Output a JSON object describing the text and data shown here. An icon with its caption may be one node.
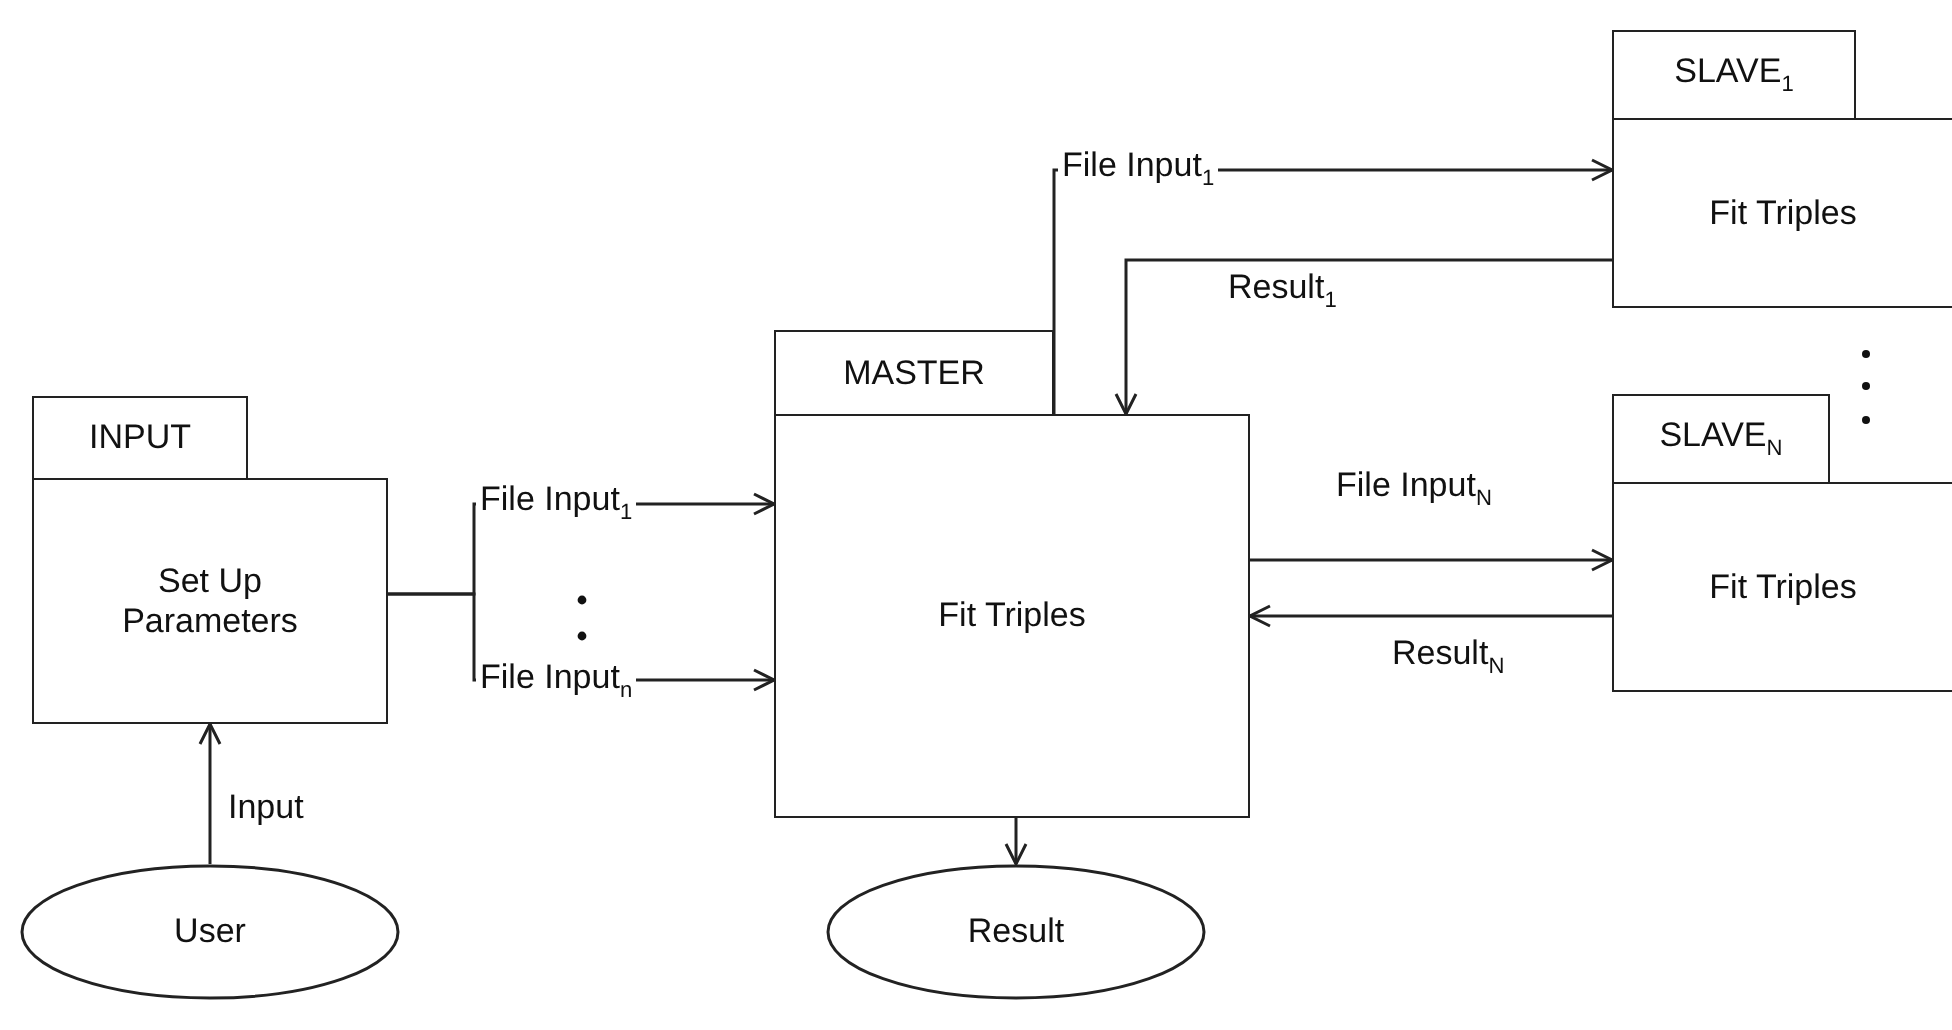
{
  "diagram": {
    "nodes": [
      {
        "text": [
          "INPUT",
          "Set Up Parameters"
        ]
      },
      {
        "text": [
          "MASTER",
          "Fit Triples"
        ]
      },
      {
        "text": [
          "SLAVE$_{1}$",
          "Fit Triples"
        ]
      },
      {
        "text": [
          "SLAVE$_{N}$",
          "Fit Triples"
        ]
      },
      {
        "text": [
          "User"
        ]
      },
      {
        "text": [
          "Result"
        ]
      }
    ],
    "edges": [
      {
        "from": 4,
        "to": 0,
        "arrow": "to",
        "label": "Input"
      },
      {
        "from": 0,
        "to": 1,
        "arrow": "to",
        "label": "File Input$_{1}$"
      },
      {
        "from": 0,
        "to": 1,
        "arrow": "to",
        "label": "File Input$_{n}$"
      },
      {
        "from": 1,
        "to": 2,
        "arrow": "to",
        "label": "File Input$_{1}$"
      },
      {
        "from": 2,
        "to": 1,
        "arrow": "to",
        "label": "Result$_{1}$"
      },
      {
        "from": 1,
        "to": 3,
        "arrow": "to",
        "label": "File Input$_{N}$"
      },
      {
        "from": 3,
        "to": 1,
        "arrow": "to",
        "label": "Result$_{N}$"
      },
      {
        "from": 1,
        "to": 5,
        "arrow": "to"
      }
    ]
  }
}
